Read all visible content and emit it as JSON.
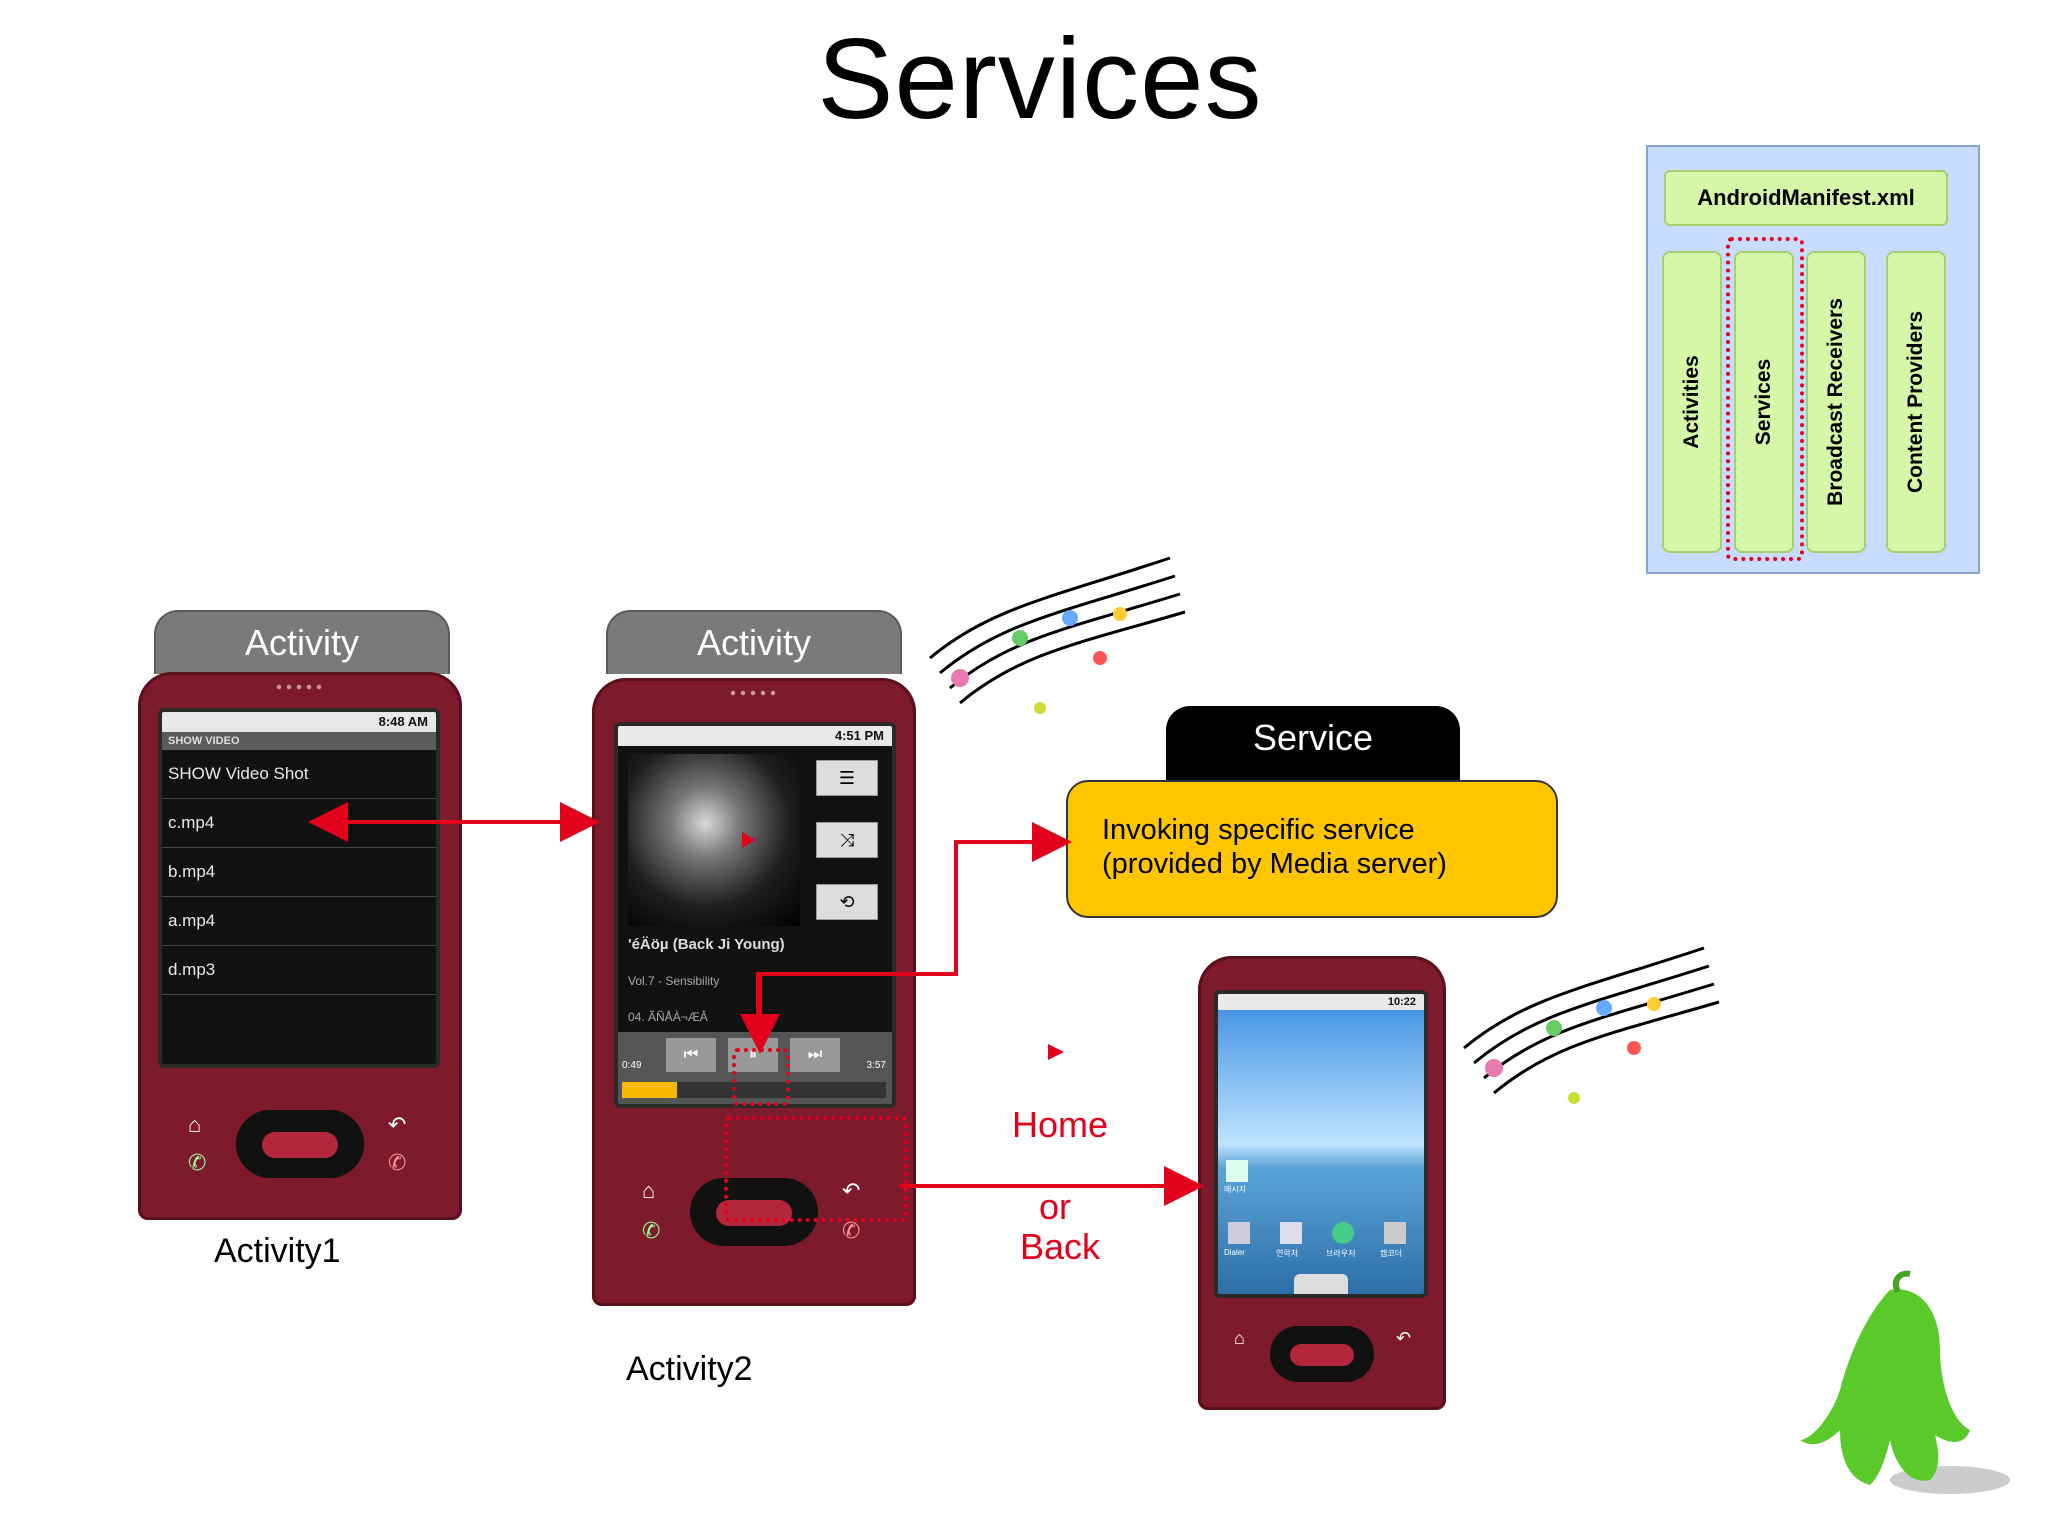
{
  "title": "Services",
  "manifest": {
    "title": "AndroidManifest.xml",
    "columns": [
      "Activities",
      "Services",
      "Broadcast Receivers",
      "Content Providers"
    ]
  },
  "activity1": {
    "tab": "Activity",
    "caption": "Activity1",
    "status_time": "8:48 AM",
    "list_header": "SHOW VIDEO",
    "items": [
      "SHOW Video Shot",
      "c.mp4",
      "b.mp4",
      "a.mp4",
      "d.mp3"
    ]
  },
  "activity2": {
    "tab": "Activity",
    "caption": "Activity2",
    "status_time": "4:51 PM",
    "track_lines": [
      "'éÄöµ (Back Ji Young)",
      "Vol.7 - Sensibility",
      "04. ÃÑÅÀ¬ÆÂ"
    ],
    "elapsed": "0:49",
    "duration": "3:57"
  },
  "service": {
    "tab": "Service",
    "line1": "Invoking specific service",
    "line2": "(provided by Media server)"
  },
  "home_screen": {
    "status_time": "10:22",
    "labels": [
      "Dialer",
      "연락처",
      "브라우저",
      "캠코더"
    ],
    "msg_label": "메시지"
  },
  "transition": {
    "home": "Home",
    "or": "or",
    "back": "Back"
  },
  "colors": {
    "arrow": "#e3001b",
    "phone": "#7d1a2c",
    "callout": "#ffc600",
    "manifest_bg": "#c8dcff",
    "component": "#d6f7a8"
  }
}
